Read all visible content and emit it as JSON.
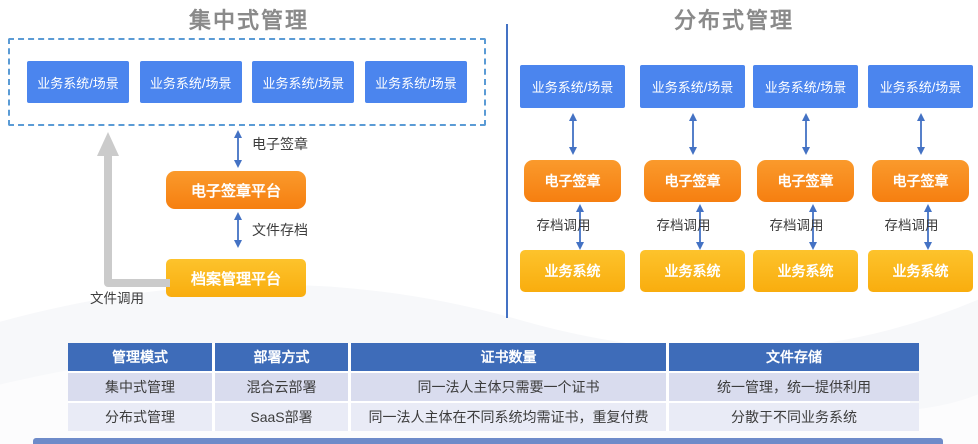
{
  "left": {
    "title": "集中式管理",
    "business_boxes": [
      "业务系统/场景",
      "业务系统/场景",
      "业务系统/场景",
      "业务系统/场景"
    ],
    "esign_arrow_label": "电子签章",
    "esign_platform": "电子签章平台",
    "archive_arrow_label": "文件存档",
    "archive_platform": "档案管理平台",
    "file_call_label": "文件调用"
  },
  "right": {
    "title": "分布式管理",
    "columns": [
      {
        "business": "业务系统/场景",
        "esign": "电子签章",
        "archive_label": "存档调用",
        "system": "业务系统"
      },
      {
        "business": "业务系统/场景",
        "esign": "电子签章",
        "archive_label": "存档调用",
        "system": "业务系统"
      },
      {
        "business": "业务系统/场景",
        "esign": "电子签章",
        "archive_label": "存档调用",
        "system": "业务系统"
      },
      {
        "business": "业务系统/场景",
        "esign": "电子签章",
        "archive_label": "存档调用",
        "system": "业务系统"
      }
    ]
  },
  "table": {
    "headers": [
      "管理模式",
      "部署方式",
      "证书数量",
      "文件存储"
    ],
    "rows": [
      [
        "集中式管理",
        "混合云部署",
        "同一法人主体只需要一个证书",
        "统一管理，统一提供利用"
      ],
      [
        "分布式管理",
        "SaaS部署",
        "同一法人主体在不同系统均需证书，重复付费",
        "分散于不同业务系统"
      ]
    ]
  },
  "colors": {
    "box_blue": "#4b85ee",
    "box_orange": "#f8871a",
    "box_yellow": "#fcbb17",
    "arrow_blue": "#4472c4",
    "divider_blue": "#4472c4",
    "gray_arrow": "#cbcbcb",
    "table_header": "#3e6cb9",
    "table_row_odd": "#d9dcee",
    "table_row_even": "#e9ebf6",
    "dashed_border": "#5b9bd5",
    "title_gray": "#8a8a8a"
  }
}
